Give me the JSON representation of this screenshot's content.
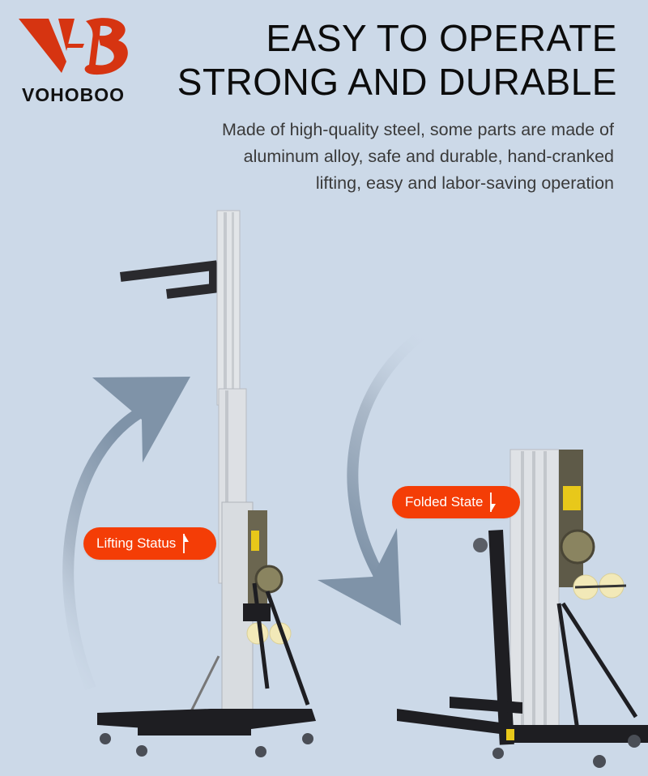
{
  "brand": {
    "name": "VOHOBOO",
    "mark": "VB",
    "color": "#d63411"
  },
  "headline": {
    "line1": "EASY TO OPERATE",
    "line2": "STRONG AND DURABLE"
  },
  "description": {
    "line1": "Made of high-quality steel, some parts are made of",
    "line2": "aluminum alloy, safe and durable, hand-cranked",
    "line3": "lifting, easy and labor-saving operation"
  },
  "labels": {
    "lifting": {
      "text": "Lifting Status",
      "icon": "up-arrow-icon"
    },
    "folded": {
      "text": "Folded State",
      "icon": "down-arrow-icon"
    }
  },
  "colors": {
    "background": "#ccd9e8",
    "pill": "#f43d06",
    "arrow": "#7f93a8",
    "steel": "#1e1e22",
    "aluminum": "#dcdfe3"
  },
  "images": {
    "left": "extended-lift-product",
    "right": "folded-lift-product"
  }
}
